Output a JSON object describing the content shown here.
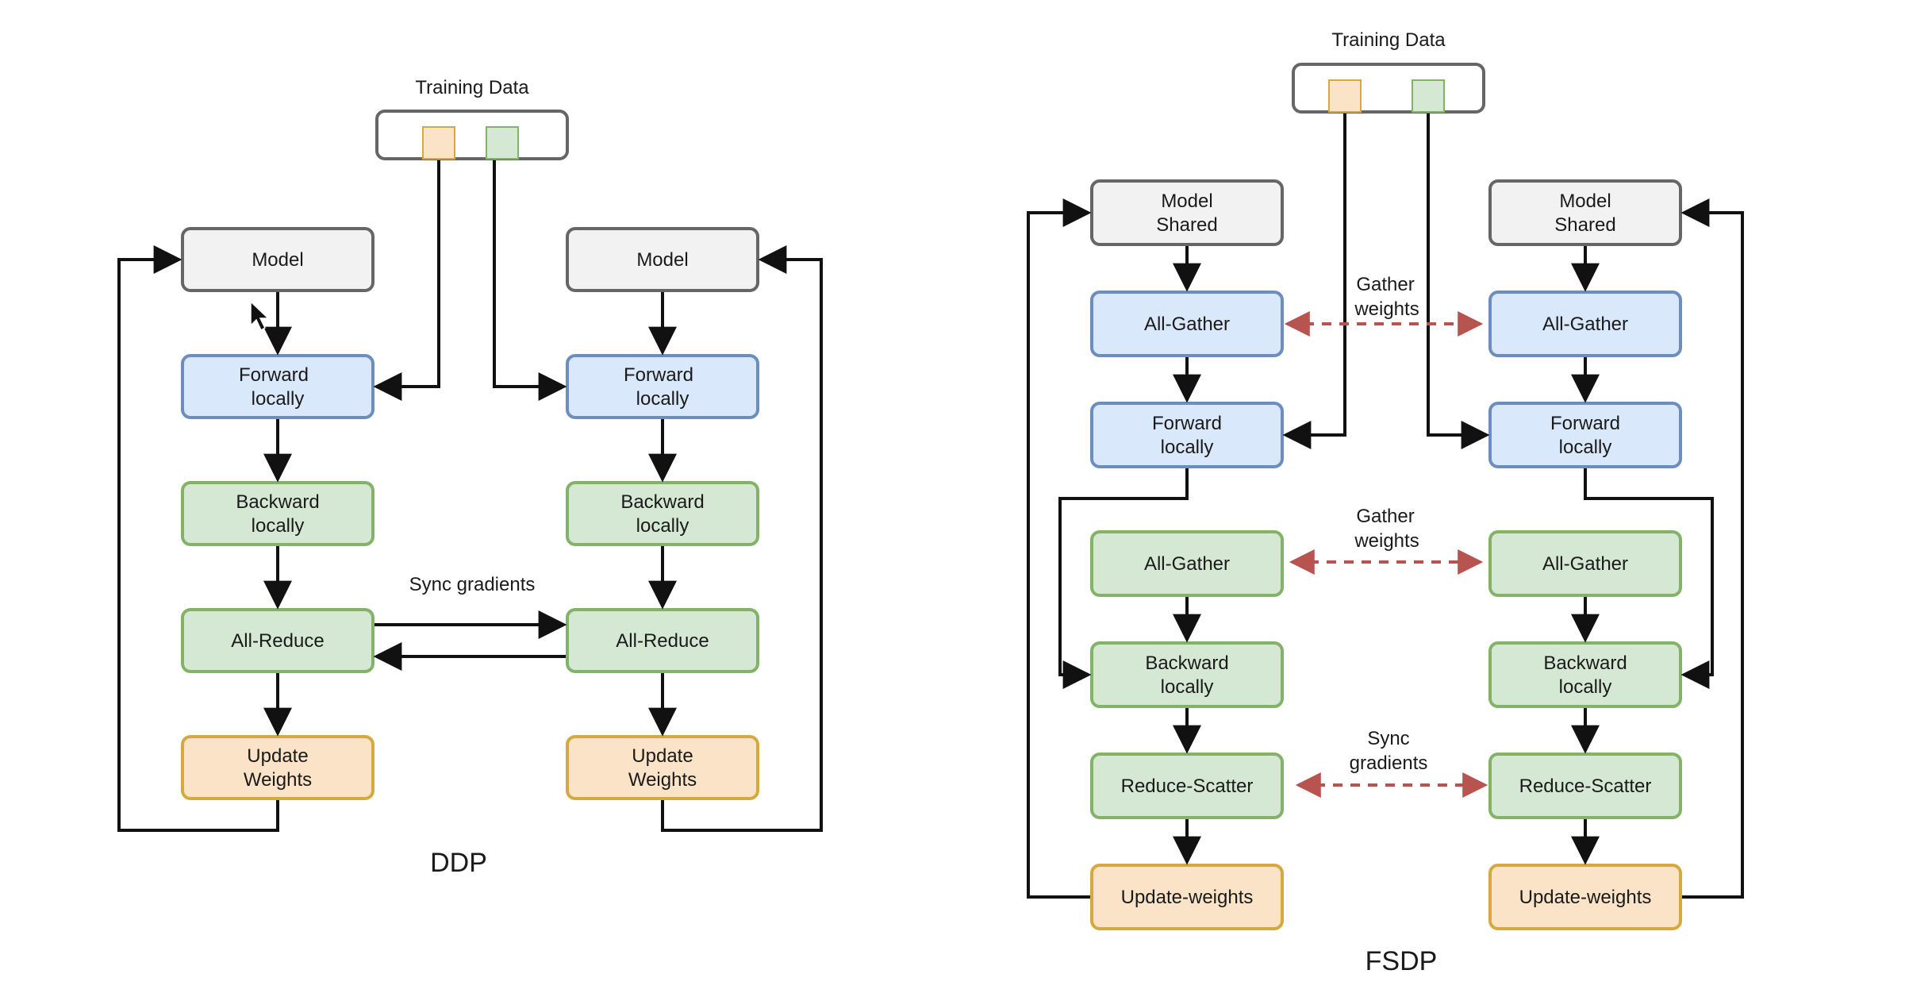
{
  "colors": {
    "gray_fill": "#f2f2f2",
    "gray_stroke": "#666666",
    "blue_fill": "#dae8fc",
    "blue_stroke": "#6c8ebf",
    "green_fill": "#d5e8d4",
    "green_stroke": "#82b366",
    "orange_fill": "#fae3c7",
    "orange_stroke": "#d6a940",
    "dashed_arrow": "#b85450",
    "line": "#111111"
  },
  "ddp": {
    "title": "DDP",
    "training_data": "Training Data",
    "sync_label": "Sync gradients",
    "left": {
      "model": "Model",
      "forward": [
        "Forward",
        "locally"
      ],
      "backward": [
        "Backward",
        "locally"
      ],
      "allreduce": "All-Reduce",
      "update": [
        "Update",
        "Weights"
      ]
    },
    "right": {
      "model": "Model",
      "forward": [
        "Forward",
        "locally"
      ],
      "backward": [
        "Backward",
        "locally"
      ],
      "allreduce": "All-Reduce",
      "update": [
        "Update",
        "Weights"
      ]
    }
  },
  "fsdp": {
    "title": "FSDP",
    "training_data": "Training Data",
    "gather_label_1": [
      "Gather",
      "weights"
    ],
    "gather_label_2": [
      "Gather",
      "weights"
    ],
    "sync_label": [
      "Sync",
      "gradients"
    ],
    "left": {
      "model": [
        "Model",
        "Shared"
      ],
      "allgather_1": "All-Gather",
      "forward": [
        "Forward",
        "locally"
      ],
      "allgather_2": "All-Gather",
      "backward": [
        "Backward",
        "locally"
      ],
      "reducescatter": "Reduce-Scatter",
      "update": "Update-weights"
    },
    "right": {
      "model": [
        "Model",
        "Shared"
      ],
      "allgather_1": "All-Gather",
      "forward": [
        "Forward",
        "locally"
      ],
      "allgather_2": "All-Gather",
      "backward": [
        "Backward",
        "locally"
      ],
      "reducescatter": "Reduce-Scatter",
      "update": "Update-weights"
    }
  }
}
